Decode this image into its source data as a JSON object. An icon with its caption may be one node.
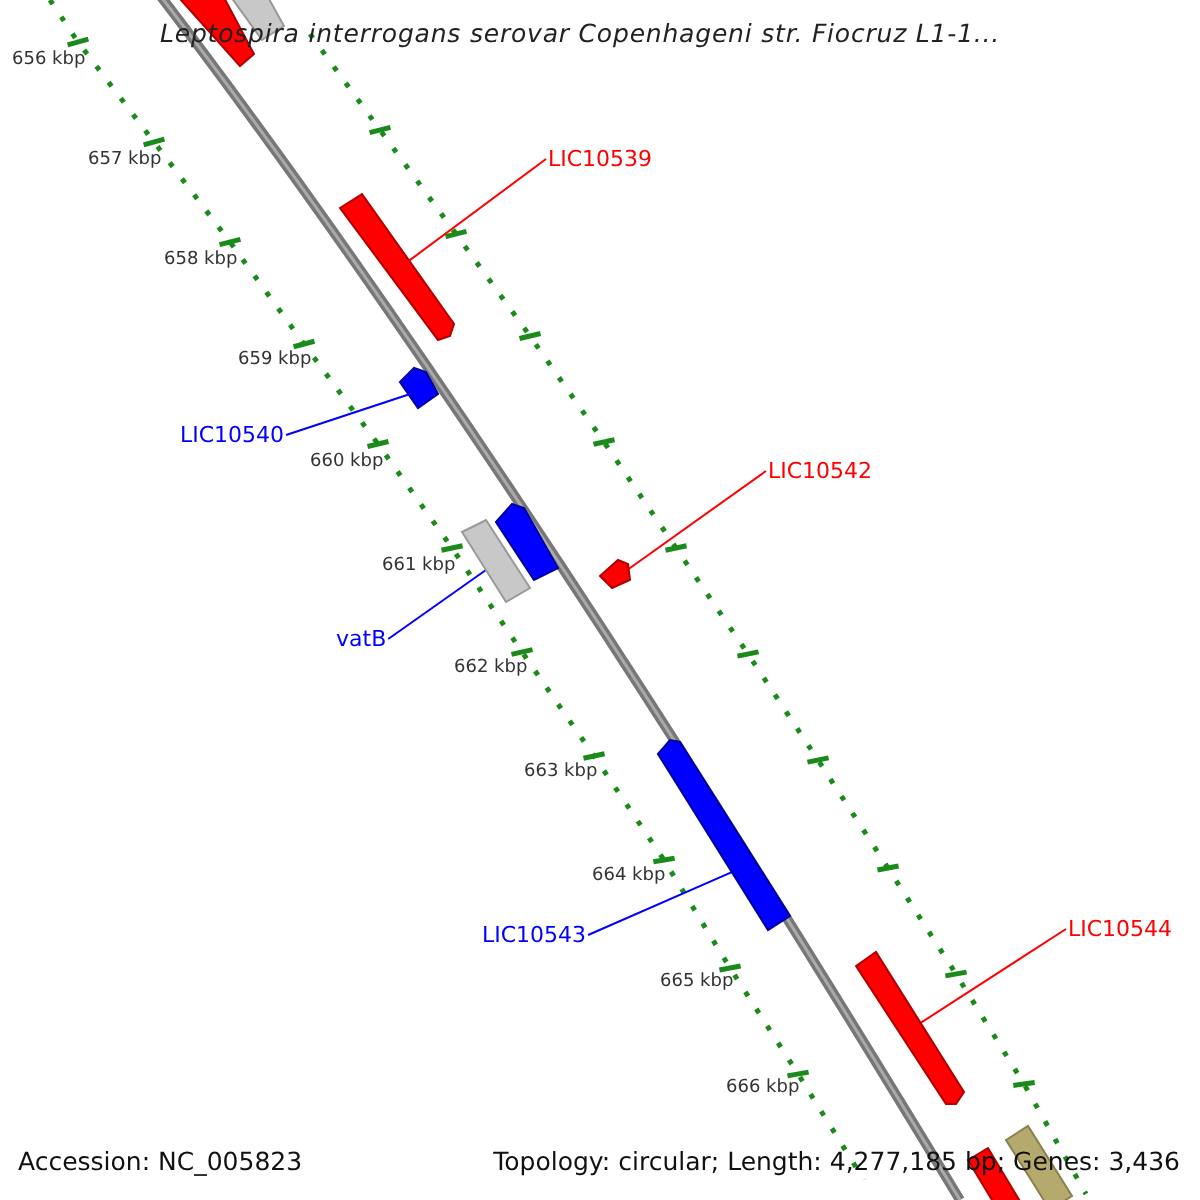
{
  "diagram": {
    "title": "Leptospira interrogans serovar Copenhageni str. Fiocruz L1-1...",
    "nodes": [
      {
        "text": [],
        "shape": "bar"
      },
      {
        "text": [],
        "shape": "bar"
      },
      {
        "text": [
          "LIC10539"
        ]
      },
      {
        "text": [],
        "shape": "bar"
      },
      {
        "text": [],
        "shape": "bar"
      },
      {
        "text": [
          "LIC10540"
        ]
      },
      {
        "text": [
          "LIC10542"
        ]
      },
      {
        "text": [],
        "shape": "bar"
      },
      {
        "text": [],
        "shape": "bar"
      },
      {
        "text": [],
        "shape": "bar"
      },
      {
        "text": [
          "vatB"
        ]
      },
      {
        "text": [],
        "shape": "bar"
      },
      {
        "text": [
          "LIC10543"
        ]
      },
      {
        "text": [
          "LIC10544"
        ]
      },
      {
        "text": [],
        "shape": "bar"
      },
      {
        "text": [],
        "shape": "bar"
      },
      {
        "text": [],
        "shape": "bar"
      }
    ],
    "edges": [
      {
        "from": 2,
        "to": 3,
        "arrow": "none",
        "color": "#ff0000"
      },
      {
        "from": 5,
        "to": 4,
        "arrow": "none",
        "color": "#0000ff"
      },
      {
        "from": 6,
        "to": 9,
        "arrow": "none",
        "color": "#ff0000"
      },
      {
        "from": 10,
        "to": 7,
        "arrow": "none",
        "color": "#0000ff"
      },
      {
        "from": 12,
        "to": 11,
        "arrow": "none",
        "color": "#0000ff"
      },
      {
        "from": 13,
        "to": 14,
        "arrow": "none",
        "color": "#ff0000"
      }
    ],
    "labels": [
      "656 kbp",
      "657 kbp",
      "658 kbp",
      "659 kbp",
      "660 kbp",
      "661 kbp",
      "662 kbp",
      "663 kbp",
      "664 kbp",
      "665 kbp",
      "666 kbp",
      "Accession: NC_005823",
      "Topology: circular; Length: 4,277,185 bp; Genes: 3,436"
    ]
  }
}
